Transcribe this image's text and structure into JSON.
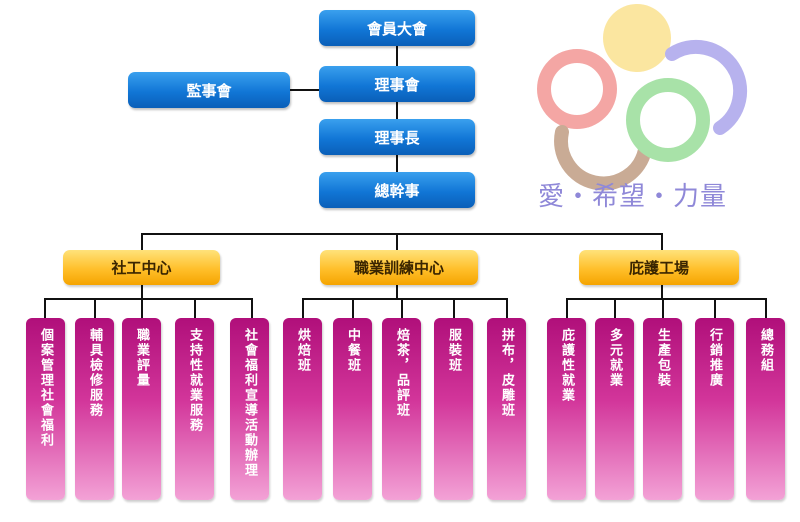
{
  "top": {
    "general_assembly": "會員大會",
    "supervisors": "監事會",
    "board": "理事會",
    "chairman": "理事長",
    "director": "總幹事"
  },
  "departments": [
    {
      "label": "社工中心",
      "units": [
        "個案管理社會福利",
        "輔具檢修服務",
        "職業評量",
        "支持性就業服務",
        "社會福利宣導活動辦理"
      ]
    },
    {
      "label": "職業訓練中心",
      "units": [
        "烘焙班",
        "中餐班",
        "焙茶，品評班",
        "服裝班",
        "拼布，皮雕班"
      ]
    },
    {
      "label": "庇護工場",
      "units": [
        "庇護性就業",
        "多元就業",
        "生產包裝",
        "行銷推廣",
        "總務組"
      ]
    }
  ],
  "logo": {
    "slogan": "愛・希望・力量",
    "colors": [
      "#f4a6a4",
      "#fbe6a0",
      "#b7b2ee",
      "#c9ab95",
      "#a8e2a8"
    ]
  }
}
